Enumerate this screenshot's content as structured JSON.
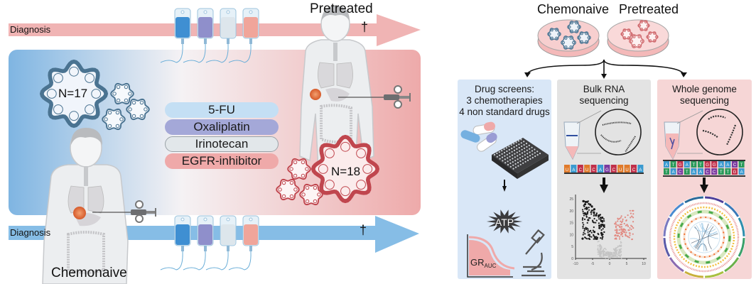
{
  "left_figure": {
    "timeline_top": {
      "label": "Diagnosis",
      "end_symbol": "†",
      "color": "#f0b4b4"
    },
    "timeline_bottom": {
      "label": "Diagnosis",
      "end_symbol": "†",
      "color": "#86bde6"
    },
    "group_pretreated": {
      "label": "Pretreated",
      "organoid_count": "N=18",
      "color": "#c0464e"
    },
    "group_chemonaive": {
      "label": "Chemonaive",
      "organoid_count": "N=17",
      "color": "#4a7391"
    },
    "drugs": [
      {
        "label": "5-FU",
        "color": "#c4dff4"
      },
      {
        "label": "Oxaliplatin",
        "color": "#a4a8d8"
      },
      {
        "label": "Irinotecan",
        "color": "#e2e7ea"
      },
      {
        "label": "EGFR-inhibitor",
        "color": "#efa9a9"
      }
    ],
    "iv_bag_colors": [
      "#3f8fd2",
      "#8f8fcb",
      "#dde6ec",
      "#f0a59a"
    ],
    "panel_gradient": {
      "from": "#7fb5e2",
      "mid": "#f5f2f4",
      "to": "#eeaaaa"
    }
  },
  "right_figure": {
    "dishes": [
      {
        "label": "Chemonaive",
        "organoid_color": "#4a7391"
      },
      {
        "label": "Pretreated",
        "organoid_color": "#d06a6e"
      }
    ],
    "panels": [
      {
        "title_lines": [
          "Drug screens:",
          "3 chemotherapies",
          "4 non standard drugs"
        ],
        "color": "#d9e7f7",
        "readout_label": "ATP",
        "metric_main": "GR",
        "metric_sub": "AUC",
        "icons": [
          "pills-icon",
          "well-plate-icon",
          "atp-burst-icon",
          "dose-response-curve-icon",
          "microscope-icon"
        ]
      },
      {
        "title_lines": [
          "Bulk RNA",
          "sequencing"
        ],
        "color": "#e3e3e3",
        "sequence": [
          "U",
          "A",
          "C",
          "U",
          "C",
          "A",
          "G",
          "C",
          "U",
          "U",
          "C",
          "A"
        ],
        "volcano": {
          "x_ticks": [
            "-10",
            "-5",
            "0",
            "5",
            "10"
          ],
          "y_ticks": [
            "0",
            "5",
            "10",
            "15",
            "20",
            "25"
          ],
          "down_color": "#1a1a1a",
          "up_color": "#e18a82",
          "ns_color": "#c4c4c4"
        }
      },
      {
        "title_lines": [
          "Whole genome",
          "sequencing"
        ],
        "color": "#f6d6d6",
        "sequence_top": [
          "A",
          "T",
          "G",
          "A",
          "T",
          "T",
          "G",
          "G",
          "A",
          "A",
          "C",
          "T"
        ],
        "sequence_bottom": [
          "T",
          "A",
          "C",
          "T",
          "A",
          "A",
          "C",
          "C",
          "T",
          "T",
          "G",
          "A"
        ],
        "icons": [
          "dna-helix-icon",
          "circos-plot-icon"
        ]
      }
    ]
  }
}
